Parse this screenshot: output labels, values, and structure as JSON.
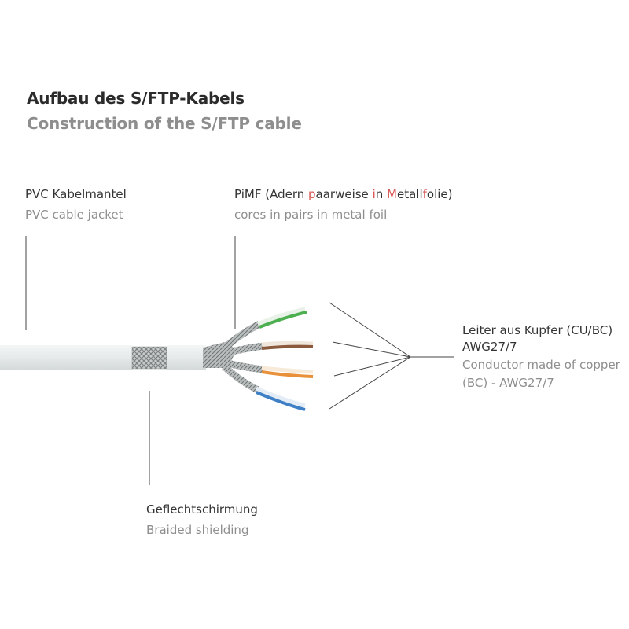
{
  "title": {
    "de": "Aufbau des S/FTP-Kabels",
    "en": "Construction of the S/FTP cable"
  },
  "labels": {
    "jacket": {
      "de": "PVC Kabelmantel",
      "en": "PVC cable jacket"
    },
    "pimf": {
      "de_parts": [
        "PiMF (Adern ",
        "p",
        "aarweise ",
        "i",
        "n ",
        "M",
        "etall",
        "f",
        "olie)"
      ],
      "en": "cores in pairs in metal foil"
    },
    "conductor": {
      "de_line1": "Leiter aus Kupfer (CU/BC)",
      "de_line2": "AWG27/7",
      "en_line1": "Conductor made of copper",
      "en_line2": "(BC) - AWG27/7"
    },
    "shield": {
      "de": "Geflechtschirmung",
      "en": "Braided shielding"
    }
  },
  "colors": {
    "title_dark": "#2b2b2b",
    "title_gray": "#8e8e8e",
    "highlight": "#d9534f",
    "jacket": "#e9ecec",
    "pair_green": "#4caf50",
    "pair_brown": "#8b5a3c",
    "pair_orange": "#e8913a",
    "pair_blue": "#3f7fc6"
  }
}
